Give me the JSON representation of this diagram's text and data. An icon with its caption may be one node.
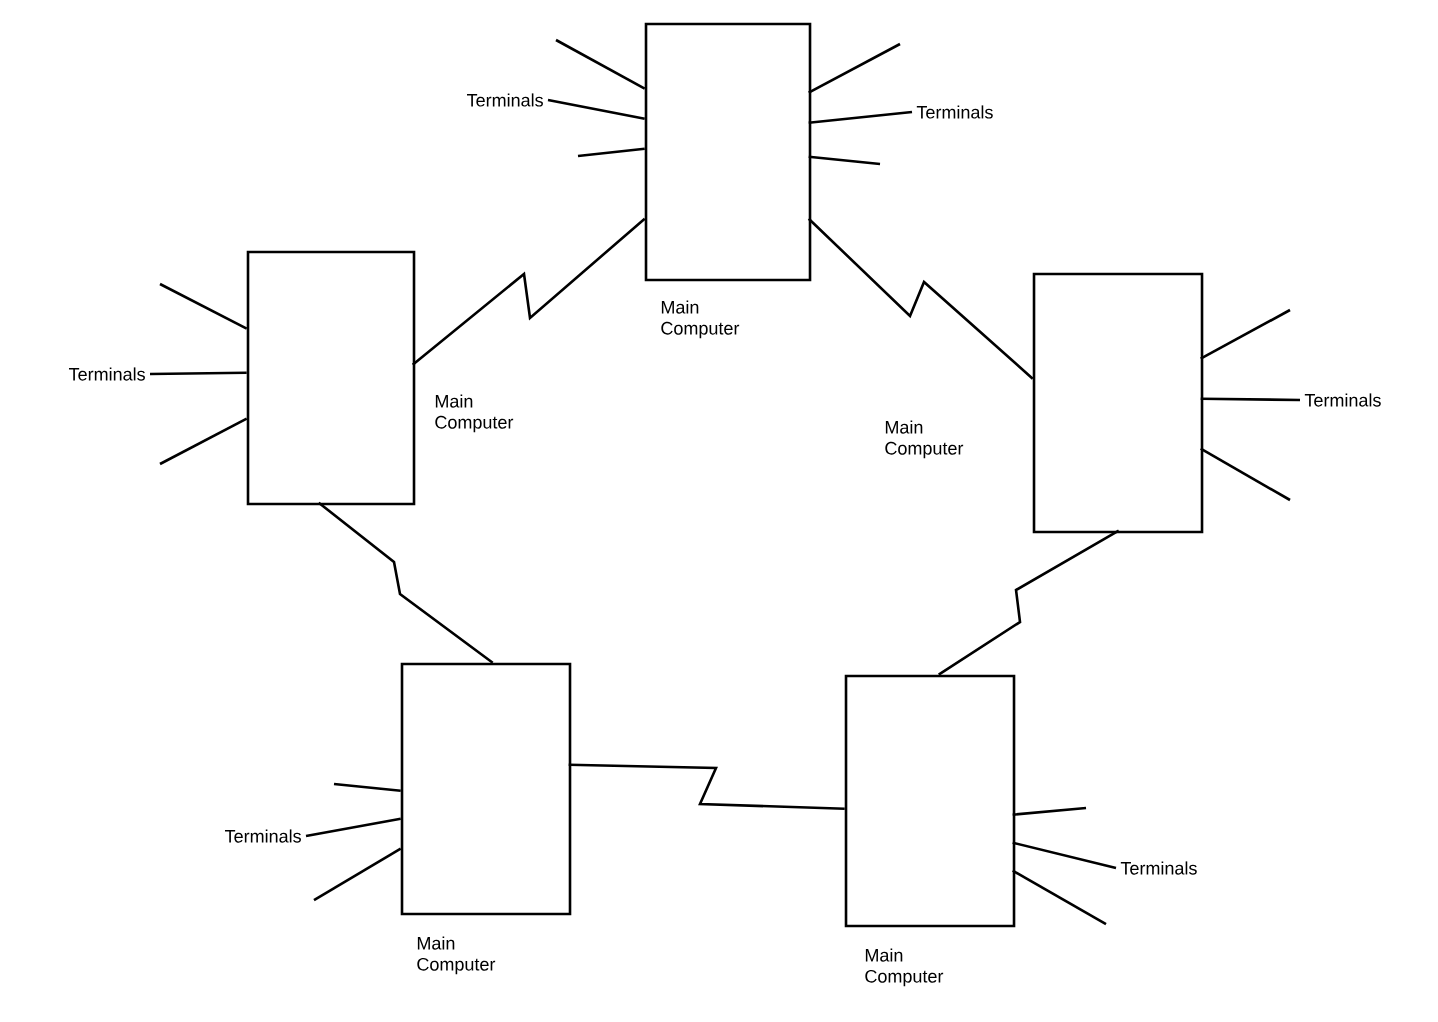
{
  "diagram": {
    "nodes": [
      {
        "text": [],
        "shape": "box",
        "beside": [
          "Main Computer"
        ]
      },
      {
        "text": [],
        "shape": "box",
        "beside": [
          "Main Computer"
        ]
      },
      {
        "text": [],
        "shape": "box",
        "beside": [
          "Main Computer"
        ]
      },
      {
        "text": [],
        "shape": "box",
        "beside": [
          "Main Computer"
        ]
      },
      {
        "text": [],
        "shape": "box",
        "beside": [
          "Main Computer"
        ]
      },
      {
        "text": [
          "Terminals"
        ]
      },
      {
        "text": [
          "Terminals"
        ]
      },
      {
        "text": [
          "Terminals"
        ]
      },
      {
        "text": [
          "Terminals"
        ]
      },
      {
        "text": [
          "Terminals"
        ]
      },
      {
        "text": [
          "Terminals"
        ]
      }
    ],
    "edges": [
      {
        "from": 0,
        "to": 1,
        "arrow": "none"
      },
      {
        "from": 0,
        "to": 2,
        "arrow": "none"
      },
      {
        "from": 1,
        "to": 3,
        "arrow": "none"
      },
      {
        "from": 2,
        "to": 4,
        "arrow": "none"
      },
      {
        "from": 3,
        "to": 4,
        "arrow": "none"
      },
      {
        "from": 0,
        "to": null,
        "arrow": "none"
      },
      {
        "from": 0,
        "to": 5,
        "arrow": "none"
      },
      {
        "from": 0,
        "to": null,
        "arrow": "none"
      },
      {
        "from": 0,
        "to": null,
        "arrow": "none"
      },
      {
        "from": 0,
        "to": 6,
        "arrow": "none"
      },
      {
        "from": 0,
        "to": null,
        "arrow": "none"
      },
      {
        "from": 1,
        "to": null,
        "arrow": "none"
      },
      {
        "from": 1,
        "to": 7,
        "arrow": "none"
      },
      {
        "from": 1,
        "to": null,
        "arrow": "none"
      },
      {
        "from": 2,
        "to": null,
        "arrow": "none"
      },
      {
        "from": 2,
        "to": 8,
        "arrow": "none"
      },
      {
        "from": 2,
        "to": null,
        "arrow": "none"
      },
      {
        "from": 3,
        "to": null,
        "arrow": "none"
      },
      {
        "from": 3,
        "to": 9,
        "arrow": "none"
      },
      {
        "from": 3,
        "to": null,
        "arrow": "none"
      },
      {
        "from": 4,
        "to": null,
        "arrow": "none"
      },
      {
        "from": 4,
        "to": 10,
        "arrow": "none"
      },
      {
        "from": 4,
        "to": null,
        "arrow": "none"
      }
    ]
  }
}
